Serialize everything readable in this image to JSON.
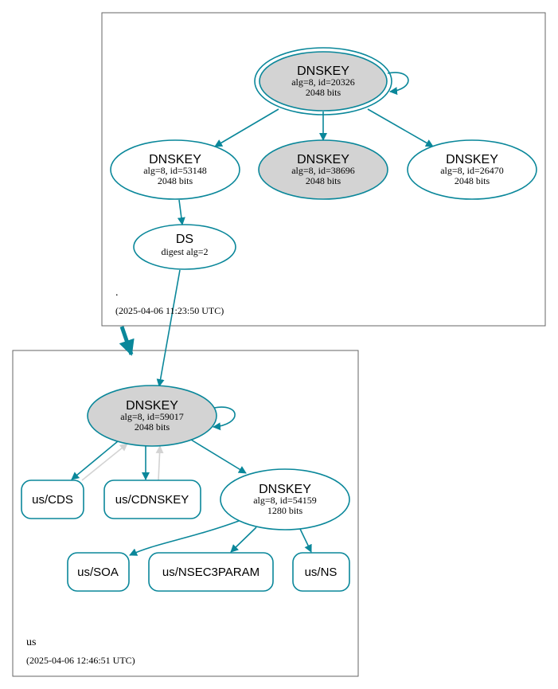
{
  "colors": {
    "edge": "#0a879a",
    "edge_gray": "#d3d3d3",
    "node_fill_gray": "#d3d3d3",
    "node_fill_white": "#ffffff",
    "cluster_border": "#666666"
  },
  "zones": [
    {
      "name": ".",
      "timestamp": "(2025-04-06 11:23:50 UTC)"
    },
    {
      "name": "us",
      "timestamp": "(2025-04-06 12:46:51 UTC)"
    }
  ],
  "nodes": {
    "root_ksk": {
      "title": "DNSKEY",
      "line1": "alg=8, id=20326",
      "line2": "2048 bits"
    },
    "root_53148": {
      "title": "DNSKEY",
      "line1": "alg=8, id=53148",
      "line2": "2048 bits"
    },
    "root_38696": {
      "title": "DNSKEY",
      "line1": "alg=8, id=38696",
      "line2": "2048 bits"
    },
    "root_26470": {
      "title": "DNSKEY",
      "line1": "alg=8, id=26470",
      "line2": "2048 bits"
    },
    "ds": {
      "title": "DS",
      "line1": "digest alg=2"
    },
    "us_ksk": {
      "title": "DNSKEY",
      "line1": "alg=8, id=59017",
      "line2": "2048 bits"
    },
    "us_zsk": {
      "title": "DNSKEY",
      "line1": "alg=8, id=54159",
      "line2": "1280 bits"
    }
  },
  "rrsets": {
    "cds": "us/CDS",
    "cdnskey": "us/CDNSKEY",
    "soa": "us/SOA",
    "nsec3param": "us/NSEC3PARAM",
    "ns": "us/NS"
  }
}
